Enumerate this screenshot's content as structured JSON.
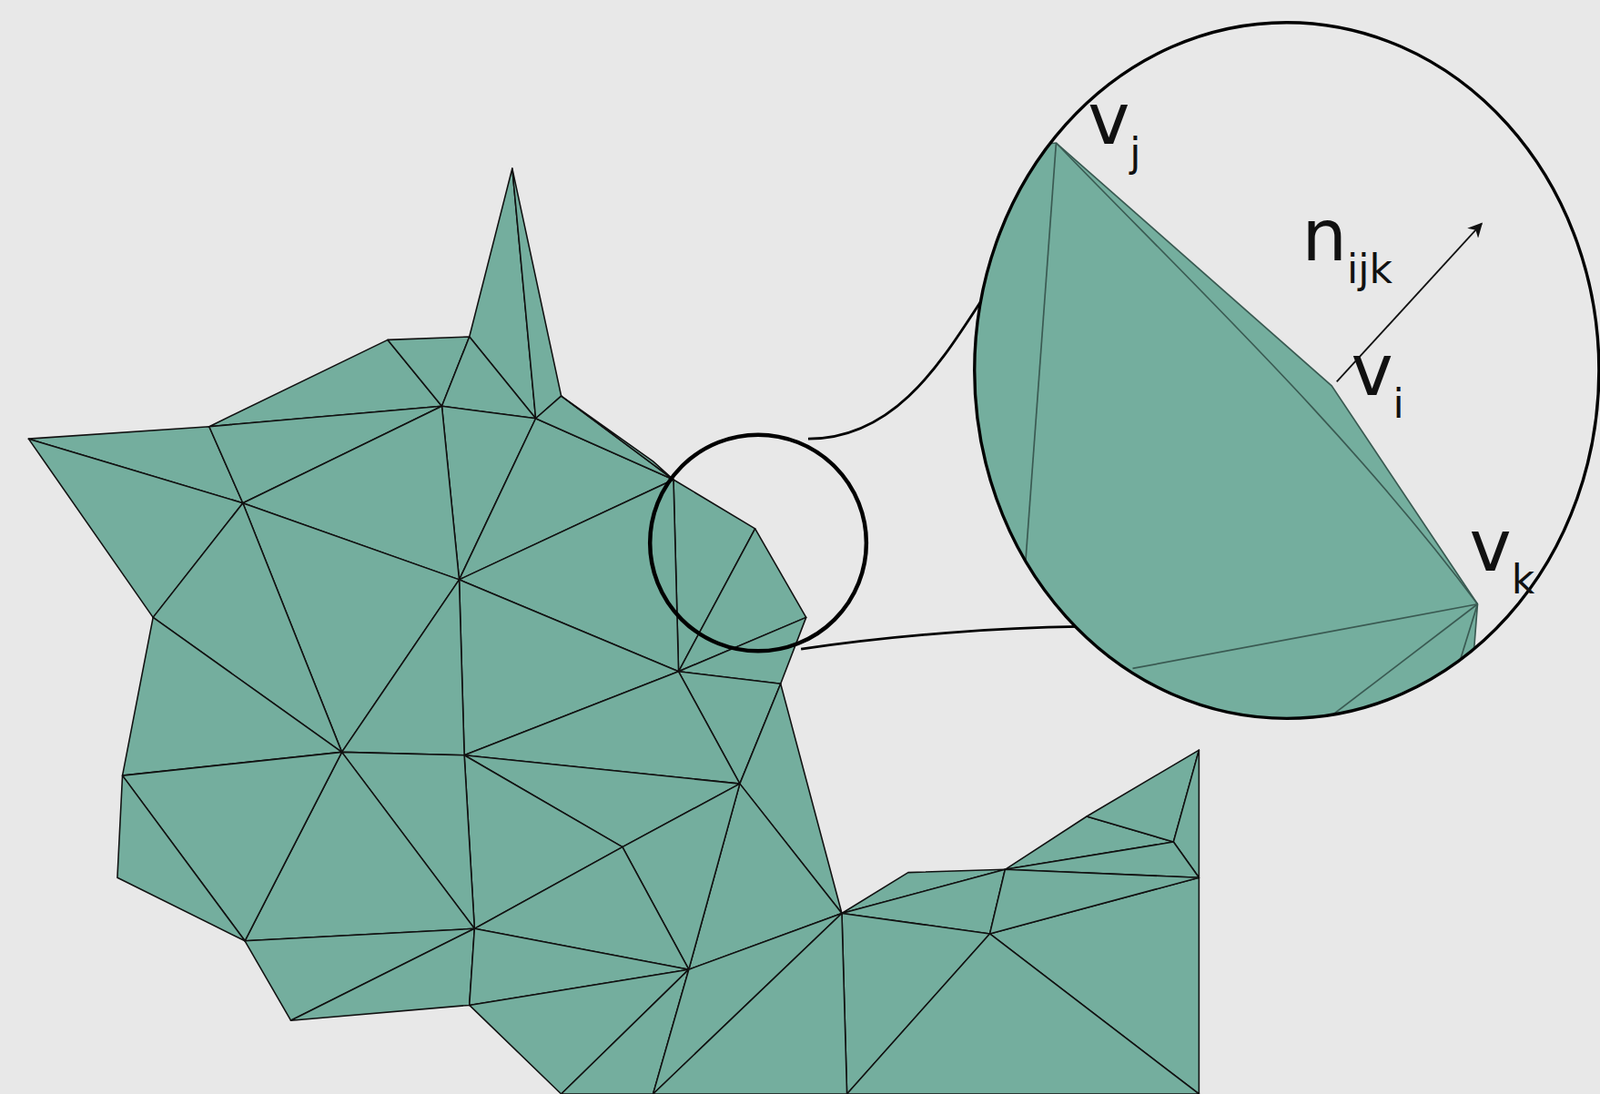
{
  "diagram": {
    "labels": [
      "vj",
      "nijk",
      "vi",
      "vk"
    ]
  }
}
